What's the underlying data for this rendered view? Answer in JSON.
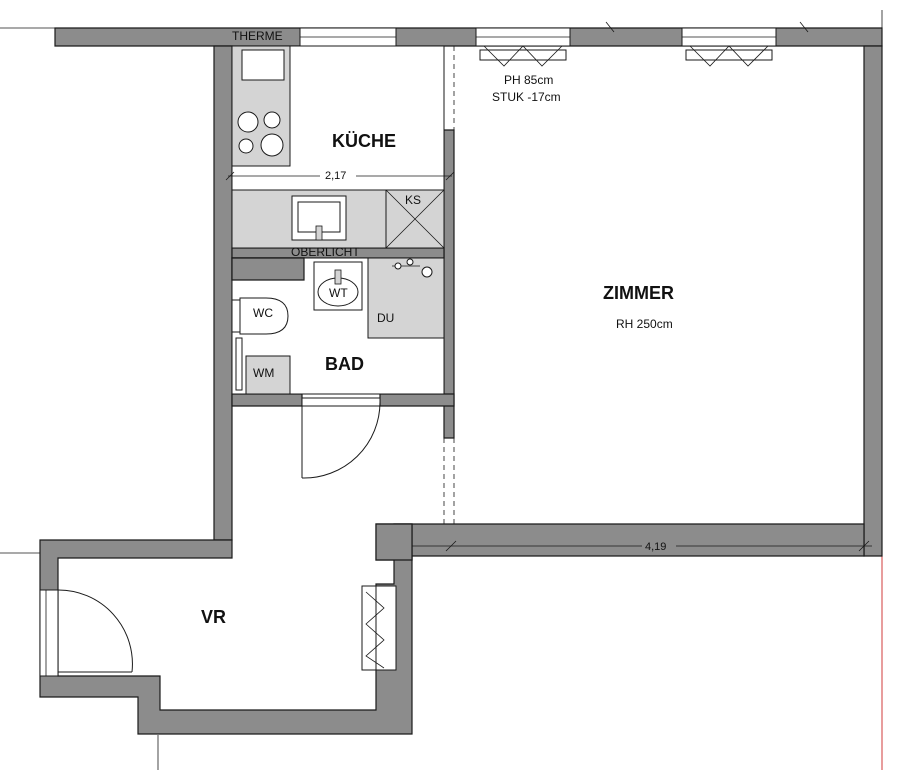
{
  "rooms": {
    "kueche": "KÜCHE",
    "zimmer": "ZIMMER",
    "bad": "BAD",
    "vr": "VR"
  },
  "notes": {
    "therme": "THERME",
    "ph": "PH 85cm",
    "stuk": "STUK -17cm",
    "rh": "RH 250cm",
    "oberlicht": "OBERLICHT"
  },
  "fixtures": {
    "ks": "KS",
    "wc": "WC",
    "wt": "WT",
    "du": "DU",
    "wm": "WM"
  },
  "dimensions": {
    "kitchen_width": "2,17",
    "room_width": "4,19"
  }
}
